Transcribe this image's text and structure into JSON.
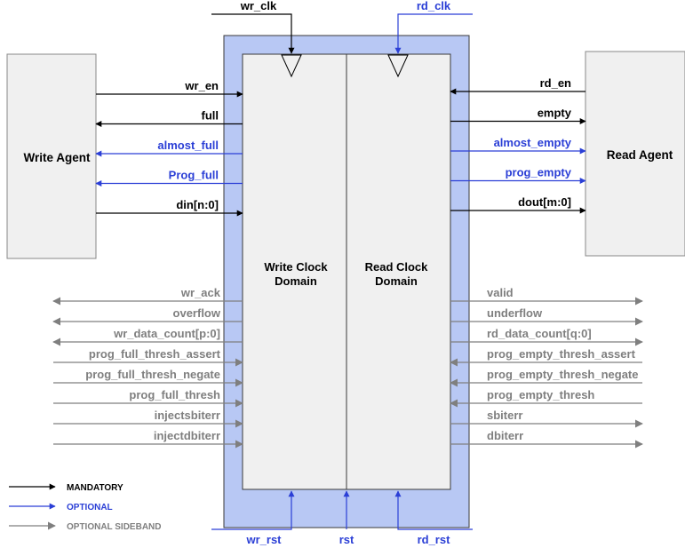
{
  "agents": {
    "write": "Write Agent",
    "read": "Read Agent"
  },
  "domains": {
    "write_line1": "Write Clock",
    "write_line2": "Domain",
    "read_line1": "Read Clock",
    "read_line2": "Domain"
  },
  "clocks": {
    "wr_clk": "wr_clk",
    "rd_clk": "rd_clk"
  },
  "resets": {
    "wr_rst": "wr_rst",
    "rst": "rst",
    "rd_rst": "rd_rst"
  },
  "left_main": [
    {
      "label": "wr_en",
      "kind": "mandatory",
      "dir": "in"
    },
    {
      "label": "full",
      "kind": "mandatory",
      "dir": "out"
    },
    {
      "label": "almost_full",
      "kind": "optional",
      "dir": "out"
    },
    {
      "label": "Prog_full",
      "kind": "optional",
      "dir": "out"
    },
    {
      "label": "din[n:0]",
      "kind": "mandatory",
      "dir": "in"
    }
  ],
  "right_main": [
    {
      "label": "rd_en",
      "kind": "mandatory",
      "dir": "in"
    },
    {
      "label": "empty",
      "kind": "mandatory",
      "dir": "out"
    },
    {
      "label": "almost_empty",
      "kind": "optional",
      "dir": "out"
    },
    {
      "label": "prog_empty",
      "kind": "optional",
      "dir": "out"
    },
    {
      "label": "dout[m:0]",
      "kind": "mandatory",
      "dir": "out"
    }
  ],
  "left_side": [
    {
      "label": "wr_ack",
      "dir": "out"
    },
    {
      "label": "overflow",
      "dir": "out"
    },
    {
      "label": "wr_data_count[p:0]",
      "dir": "out"
    },
    {
      "label": "prog_full_thresh_assert",
      "dir": "in"
    },
    {
      "label": "prog_full_thresh_negate",
      "dir": "in"
    },
    {
      "label": "prog_full_thresh",
      "dir": "in"
    },
    {
      "label": "injectsbiterr",
      "dir": "in"
    },
    {
      "label": "injectdbiterr",
      "dir": "in"
    }
  ],
  "right_side": [
    {
      "label": "valid",
      "dir": "out"
    },
    {
      "label": "underflow",
      "dir": "out"
    },
    {
      "label": "rd_data_count[q:0]",
      "dir": "out"
    },
    {
      "label": "prog_empty_thresh_assert",
      "dir": "in"
    },
    {
      "label": "prog_empty_thresh_negate",
      "dir": "in"
    },
    {
      "label": "prog_empty_thresh",
      "dir": "in"
    },
    {
      "label": "sbiterr",
      "dir": "out"
    },
    {
      "label": "dbiterr",
      "dir": "out"
    }
  ],
  "legend": {
    "mandatory": "MANDATORY",
    "optional": "OPTIONAL",
    "sideband": "OPTIONAL SIDEBAND"
  },
  "colors": {
    "mandatory": "#000000",
    "optional": "#2b3fd6",
    "sideband": "#7f7f7f",
    "fifo_border": "#b8c8f4",
    "domain_fill": "#f0f0f0",
    "agent_fill": "#f0f0f0"
  }
}
